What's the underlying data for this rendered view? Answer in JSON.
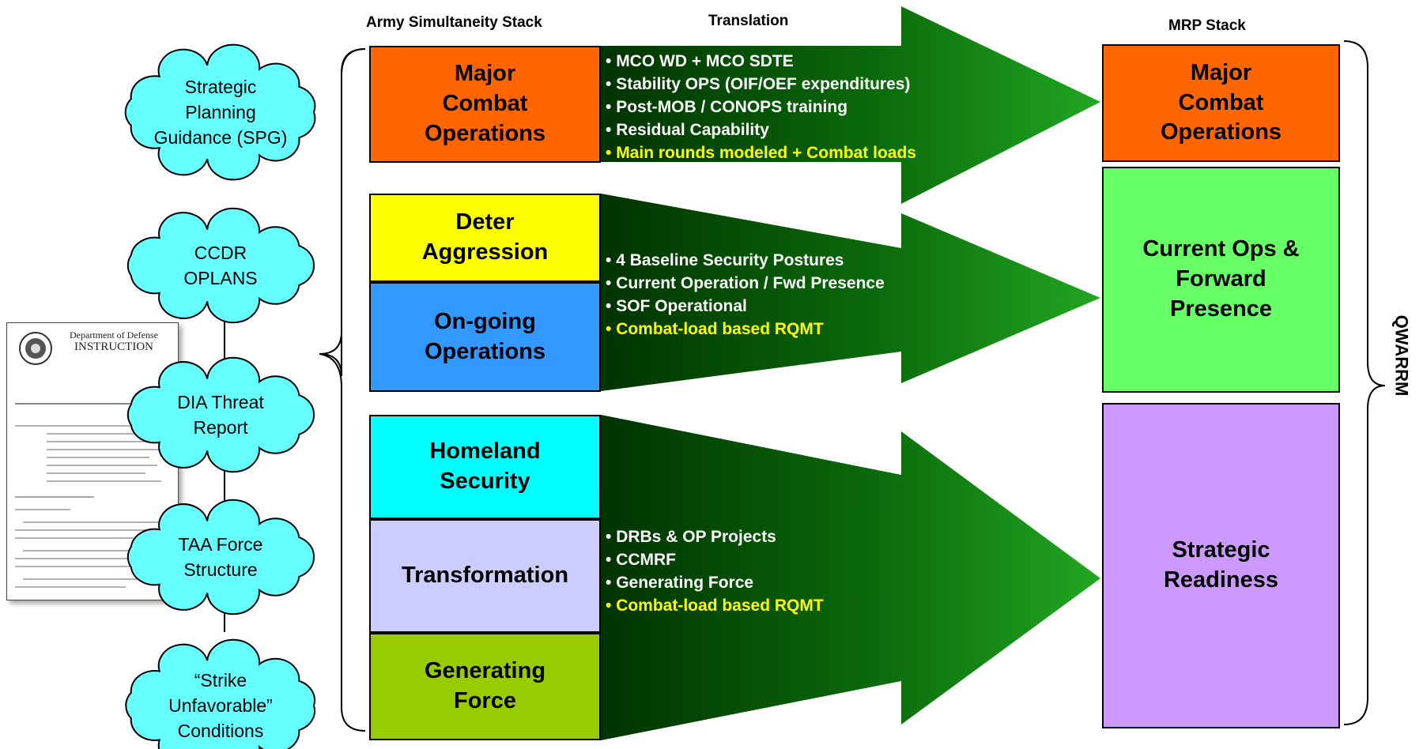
{
  "headers": {
    "army_stack": "Army Simultaneity Stack",
    "translation": "Translation",
    "mrp_stack": "MRP Stack",
    "side_label": "QWARRM"
  },
  "inputs": {
    "clouds": [
      {
        "label": "Strategic\nPlanning\nGuidance (SPG)"
      },
      {
        "label": "CCDR\nOPLANS"
      },
      {
        "label": "DIA Threat\nReport"
      },
      {
        "label": "TAA Force\nStructure"
      },
      {
        "label": "“Strike\nUnfavorable”\nConditions"
      }
    ],
    "document": {
      "title": "Department of Defense",
      "subtitle": "INSTRUCTION"
    }
  },
  "army_stack": [
    {
      "label": "Major\nCombat\nOperations",
      "color": "#ff6600"
    },
    {
      "label": "Deter\nAggression",
      "color": "#ffff00"
    },
    {
      "label": "On-going\nOperations",
      "color": "#3399ff"
    },
    {
      "label": "Homeland\nSecurity",
      "color": "#00ffff"
    },
    {
      "label": "Transformation",
      "color": "#ccccff"
    },
    {
      "label": "Generating\nForce",
      "color": "#99cc00"
    }
  ],
  "translations": [
    {
      "bullets": [
        {
          "text": "MCO WD + MCO SDTE",
          "highlight": false
        },
        {
          "text": "Stability OPS (OIF/OEF expenditures)",
          "highlight": false
        },
        {
          "text": "Post-MOB / CONOPS training",
          "highlight": false
        },
        {
          "text": "Residual Capability",
          "highlight": false
        },
        {
          "text": "Main rounds modeled + Combat loads",
          "highlight": true
        }
      ]
    },
    {
      "bullets": [
        {
          "text": "4 Baseline Security Postures",
          "highlight": false
        },
        {
          "text": "Current Operation / Fwd Presence",
          "highlight": false
        },
        {
          "text": "SOF Operational",
          "highlight": false
        },
        {
          "text": "Combat-load based RQMT",
          "highlight": true
        }
      ]
    },
    {
      "bullets": [
        {
          "text": "DRBs & OP Projects",
          "highlight": false
        },
        {
          "text": "CCMRF",
          "highlight": false
        },
        {
          "text": "Generating Force",
          "highlight": false
        },
        {
          "text": "Combat-load based RQMT",
          "highlight": true
        }
      ]
    }
  ],
  "mrp_stack": [
    {
      "label": "Major\nCombat\nOperations",
      "color": "#ff6600"
    },
    {
      "label": "Current Ops &\nForward\nPresence",
      "color": "#66ff66"
    },
    {
      "label": "Strategic\nReadiness",
      "color": "#cc99ff"
    }
  ],
  "colors": {
    "arrow_dark": "#004400",
    "arrow_light": "#1aa01a",
    "cloud_fill": "#66ffff",
    "bullet_text": "#ffffff",
    "bullet_highlight": "#ffff00"
  }
}
